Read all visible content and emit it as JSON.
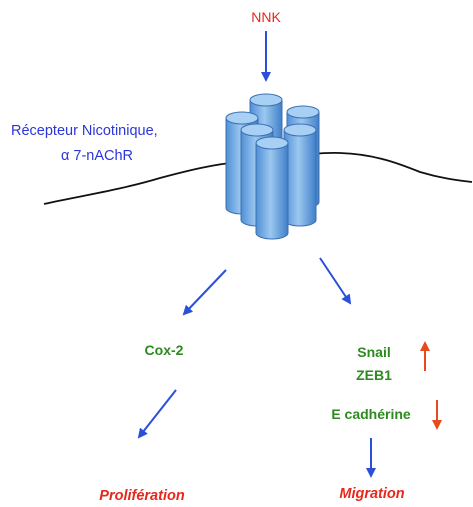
{
  "ligand": {
    "label": "NNK",
    "color": "#e8271b"
  },
  "receptor": {
    "label_line1": "Récepteur Nicotinique,",
    "label_line2": "α 7-nAChR",
    "label_color": "#2b36d9",
    "cylinder_color": "#6aa6e0"
  },
  "pathways": {
    "cox2": {
      "label": "Cox-2",
      "color": "#2d8a1f"
    },
    "snail": {
      "label": "Snail",
      "color": "#2d8a1f",
      "regulation": "up"
    },
    "zeb1": {
      "label": "ZEB1",
      "color": "#2d8a1f"
    },
    "ecadherin": {
      "label": "E cadhérine",
      "color": "#2d8a1f",
      "regulation": "down"
    }
  },
  "outcomes": {
    "proliferation": {
      "label": "Prolifération",
      "color": "#e8271b"
    },
    "migration": {
      "label": "Migration",
      "color": "#e8271b"
    }
  },
  "arrow_color": "#2b4fd9",
  "regulation_arrow_color": "#e84a1b"
}
